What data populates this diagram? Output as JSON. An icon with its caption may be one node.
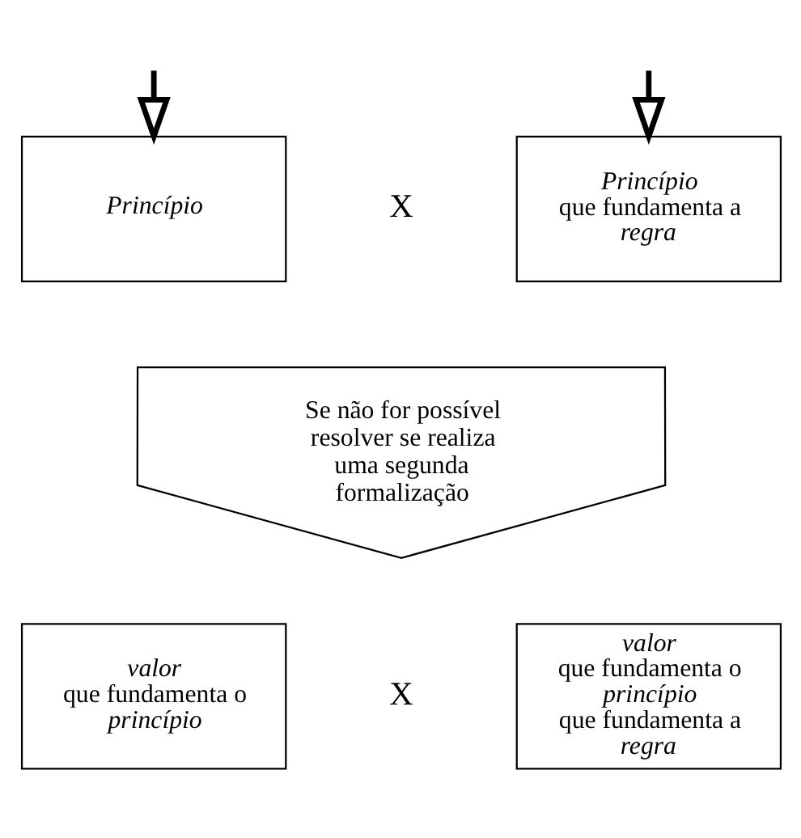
{
  "diagram": {
    "nodes": [
      {
        "text": [
          "Princípio"
        ]
      },
      {
        "text": [
          "*Princípio* que fundamenta a *regra*"
        ]
      },
      {
        "text": [
          "Se não for possível resolver se realiza uma segunda formalização"
        ]
      },
      {
        "text": [
          "*valor* que fundamenta o *princípio*"
        ]
      },
      {
        "text": [
          "*valor* que fundamenta o *princípio* que fundamenta a *regra*"
        ]
      }
    ],
    "edges": [
      {
        "from": null,
        "to": 0,
        "arrow": "to"
      },
      {
        "from": null,
        "to": 1,
        "arrow": "to"
      }
    ],
    "labels": [
      "X",
      "X"
    ]
  }
}
